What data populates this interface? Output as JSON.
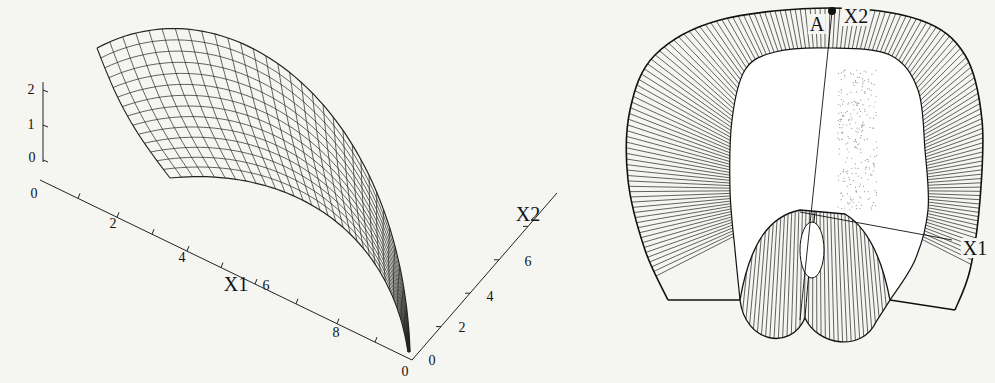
{
  "diagram": {
    "labels": [
      "2",
      "1",
      "0",
      "0",
      "2",
      "4",
      "X1",
      "6",
      "8",
      "0",
      "X2",
      "6",
      "4",
      "2",
      "0",
      "A",
      "X2",
      "X1"
    ]
  }
}
